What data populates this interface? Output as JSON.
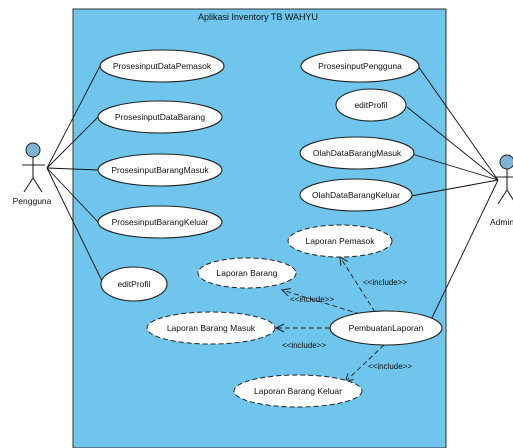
{
  "system": {
    "title": "Aplikasi Inventory TB WAHYU",
    "fill_color": "#6fc5ec"
  },
  "actors": {
    "left": {
      "label": "Pengguna"
    },
    "right": {
      "label": "Admin"
    }
  },
  "use_cases": {
    "input_pemasok": "ProsesinputDataPemasok",
    "input_barang": "ProsesinputDataBarang",
    "input_barang_masuk": "ProsesinputBarangMasuk",
    "input_barang_keluar": "ProsesinputBarangKeluar",
    "edit_profil_pengguna": "editProfil",
    "input_pengguna": "ProsesinputPengguna",
    "edit_profil_admin": "editProfil",
    "olah_barang_masuk": "OlahDataBarangMasuk",
    "olah_barang_keluar": "OlahDataBarangKeluar",
    "laporan_pemasok": "Laporan Pemasok",
    "laporan_barang": "Laporan Barang",
    "laporan_barang_masuk": "Laporan Barang Masuk",
    "laporan_barang_keluar": "Laporan Barang Keluar",
    "pembuatan_laporan": "PembuatanLaporan"
  },
  "relations": {
    "include_pemasok": "<<include>>",
    "include_barang": "<<include>>",
    "include_barang_masuk": "<<include>>",
    "include_barang_keluar": "<<include>>"
  }
}
